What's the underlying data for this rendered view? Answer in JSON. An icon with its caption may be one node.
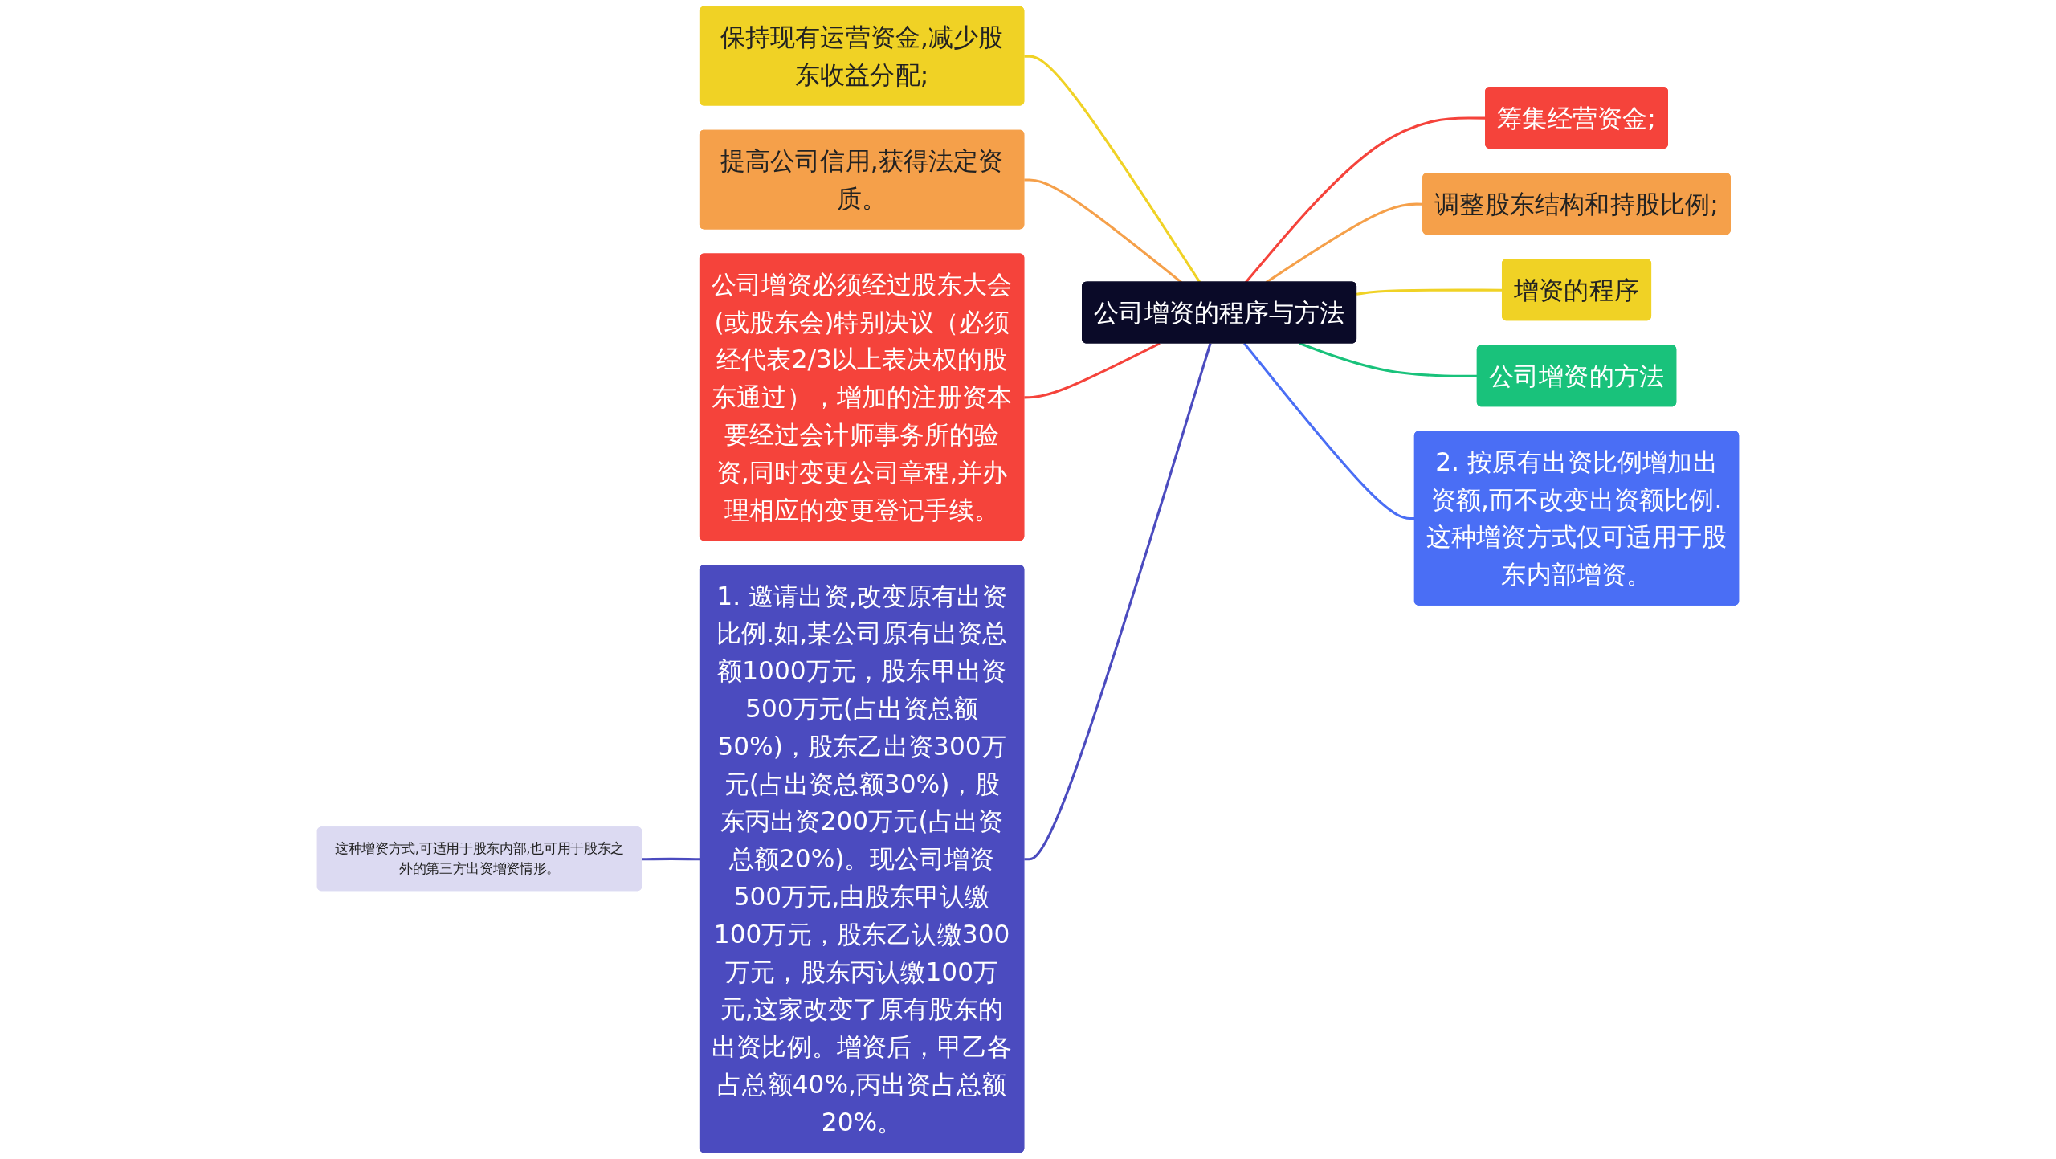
{
  "diagram": {
    "nodes": [
      {
        "text": [
          "公司增资的程序与方法"
        ]
      },
      {
        "text": [
          "保持现有运营资金,减少股东收益分配;"
        ]
      },
      {
        "text": [
          "提高公司信用,获得法定资质。"
        ]
      },
      {
        "text": [
          "公司增资必须经过股东大会(或股东会)特别决议（必须经代表2/3以上表决权的股东通过），增加的注册资本要经过会计师事务所的验资,同时变更公司章程,并办理相应的变更登记手续。"
        ]
      },
      {
        "text": [
          "1. 邀请出资,改变原有出资比例.如,某公司原有出资总额1000万元，股东甲出资500万元(占出资总额50%)，股东乙出资300万元(占出资总额30%)，股东丙出资200万元(占出资总额20%)。现公司增资500万元,由股东甲认缴100万元，股东乙认缴300万元，股东丙认缴100万元,这家改变了原有股东的出资比例。增资后，甲乙各占总额40%,丙出资占总额20%。"
        ]
      },
      {
        "text": [
          "这种增资方式,可适用于股东内部,也可用于股东之外的第三方出资增资情形。"
        ]
      },
      {
        "text": [
          "筹集经营资金;"
        ]
      },
      {
        "text": [
          "调整股东结构和持股比例;"
        ]
      },
      {
        "text": [
          "增资的程序"
        ]
      },
      {
        "text": [
          "公司增资的方法"
        ]
      },
      {
        "text": [
          "2. 按原有出资比例增加出资额,而不改变出资额比例.这种增资方式仅可适用于股东内部增资。"
        ]
      }
    ],
    "edges": [
      {
        "from": 1,
        "to": 0,
        "arrow": "none",
        "color": "#f0d225"
      },
      {
        "from": 2,
        "to": 0,
        "arrow": "none",
        "color": "#f5a04a"
      },
      {
        "from": 3,
        "to": 0,
        "arrow": "none",
        "color": "#f5433b"
      },
      {
        "from": 4,
        "to": 0,
        "arrow": "none",
        "color": "#4b4bbf"
      },
      {
        "from": 5,
        "to": 4,
        "arrow": "none",
        "color": "#4b4bbf"
      },
      {
        "from": 0,
        "to": 6,
        "arrow": "none",
        "color": "#f5433b"
      },
      {
        "from": 0,
        "to": 7,
        "arrow": "none",
        "color": "#f5a04a"
      },
      {
        "from": 0,
        "to": 8,
        "arrow": "none",
        "color": "#f0d225"
      },
      {
        "from": 0,
        "to": 9,
        "arrow": "none",
        "color": "#19c27b"
      },
      {
        "from": 0,
        "to": 10,
        "arrow": "none",
        "color": "#4a6ef5"
      }
    ]
  }
}
